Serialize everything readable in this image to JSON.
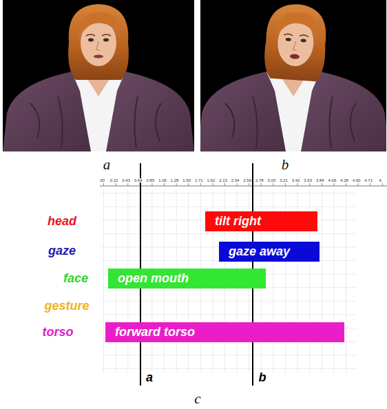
{
  "diagram": {
    "nodes": [
      {
        "text": [
          "tilt right"
        ]
      },
      {
        "text": [
          "gaze away"
        ]
      },
      {
        "text": [
          "open mouth"
        ]
      },
      {
        "text": [
          "forward torso"
        ]
      }
    ],
    "labels": [
      "a",
      "b",
      "head",
      "gaze",
      "face",
      "gesture",
      "torso",
      ".00",
      "0.22",
      "0.43",
      "0.64",
      "0.85",
      "1.06",
      "1.28",
      "1.50",
      "1.71",
      "1.92",
      "2.13",
      "2.34",
      "2.56",
      "2.78",
      "3.00",
      "3.21",
      "3.42",
      "3.63",
      "3.84",
      "4.06",
      "4.28",
      "4.50",
      "4.71",
      "4.",
      "a",
      "b",
      "c"
    ]
  }
}
